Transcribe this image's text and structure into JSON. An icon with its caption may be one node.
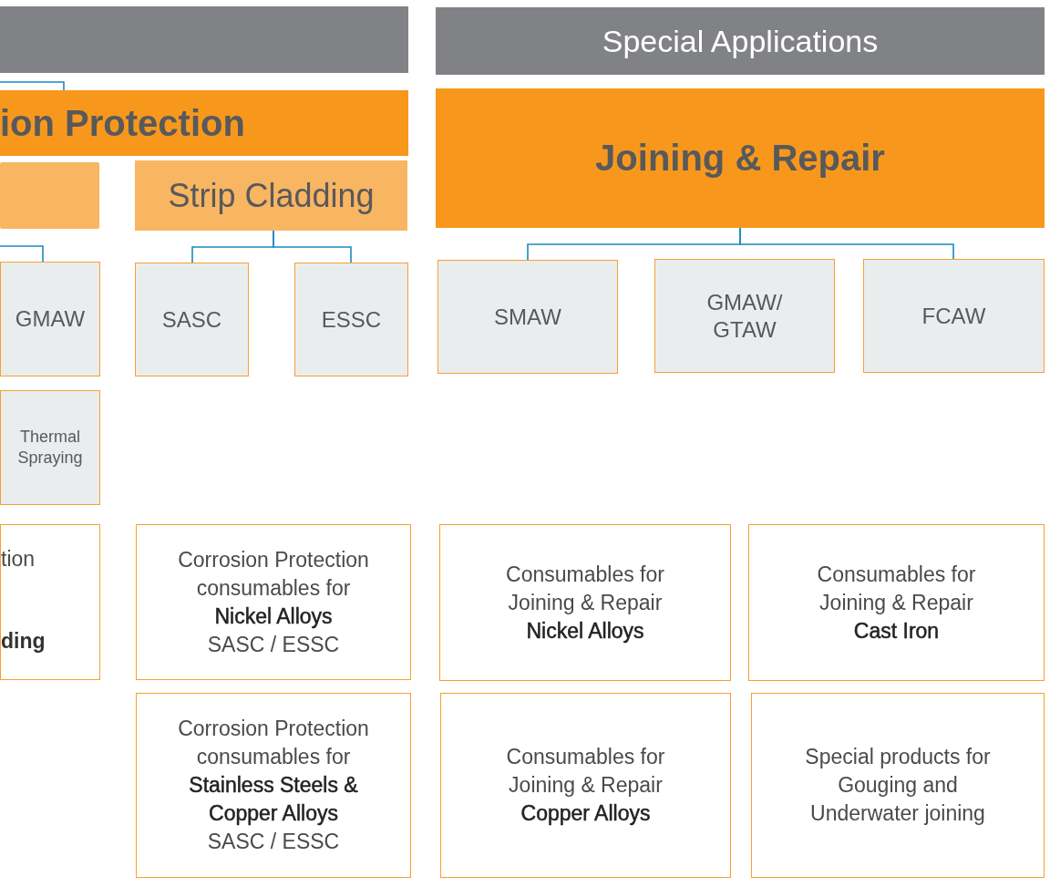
{
  "diagram": {
    "nodes": [
      {
        "text": [],
        "shape": "bar"
      },
      {
        "text": [
          "Special Applications"
        ]
      },
      {
        "text": [
          "ion Protection"
        ]
      },
      {
        "text": [
          "Joining & Repair"
        ]
      },
      {
        "text": [],
        "shape": "box"
      },
      {
        "text": [
          "Strip Cladding"
        ]
      },
      {
        "text": [
          "GMAW"
        ]
      },
      {
        "text": [
          "SASC"
        ]
      },
      {
        "text": [
          "ESSC"
        ]
      },
      {
        "text": [
          "SMAW"
        ]
      },
      {
        "text": [
          "GMAW/ GTAW"
        ]
      },
      {
        "text": [
          "FCAW"
        ]
      },
      {
        "text": [
          "Thermal Spraying"
        ]
      },
      {
        "text": [
          "tion",
          "ding"
        ]
      },
      {
        "text": [
          "Corrosion Protection consumables for **Nickel Alloys** SASC / ESSC"
        ]
      },
      {
        "text": [
          "Corrosion Protection consumables for **Stainless Steels & Copper Alloys** SASC / ESSC"
        ]
      },
      {
        "text": [
          "Consumables for Joining & Repair **Nickel Alloys**"
        ]
      },
      {
        "text": [
          "Consumables for Joining & Repair **Cast Iron**"
        ]
      },
      {
        "text": [
          "Consumables for Joining & Repair **Copper Alloys**"
        ]
      },
      {
        "text": [
          "Special products for Gouging and Underwater joining"
        ]
      }
    ],
    "edges": [
      {
        "from": null,
        "to": 2,
        "arrow": "none"
      },
      {
        "from": null,
        "to": 6,
        "arrow": "none"
      },
      {
        "from": 5,
        "to": 7,
        "arrow": "none"
      },
      {
        "from": 5,
        "to": 8,
        "arrow": "none"
      },
      {
        "from": 3,
        "to": 9,
        "arrow": "none"
      },
      {
        "from": 3,
        "to": 11,
        "arrow": "none"
      }
    ]
  }
}
